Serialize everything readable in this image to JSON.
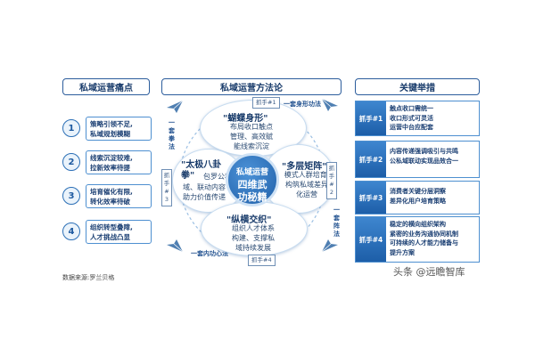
{
  "headers": {
    "left": "私域运营痛点",
    "center": "私域运营方法论",
    "right": "关键举措"
  },
  "pain_points": [
    {
      "num": "1",
      "lines": [
        "策略引领不足,",
        "私域规划模糊"
      ]
    },
    {
      "num": "2",
      "lines": [
        "线索沉淀较难,",
        "拉新效率待提"
      ]
    },
    {
      "num": "3",
      "lines": [
        "培育催化有限,",
        "转化效率待破"
      ]
    },
    {
      "num": "4",
      "lines": [
        "组织转型叠障,",
        "人才挑战凸显"
      ]
    }
  ],
  "core": {
    "line1": "私域运营",
    "line2": "四维武",
    "line3": "功秘籍"
  },
  "petals": {
    "top": {
      "title": "\"蝴蝶身形\"",
      "lines": [
        "布局收口触点",
        "管理、高效赋",
        "能线索沉淀"
      ]
    },
    "right": {
      "title": "\"多层矩阵\"",
      "lines": [
        "模式人群培育,",
        "构筑私域差异",
        "化运营"
      ]
    },
    "bottom": {
      "title": "\"纵横交织\"",
      "lines": [
        "组织人才体系",
        "构建、支撑私",
        "域持续发展"
      ]
    },
    "left": {
      "title_lines": [
        "\"太极八卦",
        "拳\""
      ],
      "lines_first": "包罗公私",
      "lines": [
        "域、联动内容",
        "助力价值传递"
      ]
    }
  },
  "grip_tags": {
    "g1": "抓手#1",
    "g2": "抓手#2",
    "g3": "抓手#3",
    "g4": "抓手#4"
  },
  "methods": {
    "top": "一套身形功法",
    "left": "一套拳法",
    "right": "一套阵法",
    "bottom": "一套内功心法"
  },
  "key_measures": [
    {
      "label": "抓手#1",
      "items": [
        "触点收口需统一",
        "收口形式可灵活",
        "运营中台应配套"
      ]
    },
    {
      "label": "抓手#2",
      "items": [
        "内容传递强调吸引与共鸣",
        "公私域联动实现品效合一"
      ]
    },
    {
      "label": "抓手#3",
      "items": [
        "消费者关键分层洞察",
        "差异化用户培育策略"
      ]
    },
    {
      "label": "抓手#4",
      "items": [
        "稳定的横向组织架构",
        "紧密的业务沟通协同机制",
        "可持续的人才能力储备与",
        "提升方案"
      ]
    }
  ],
  "source": "数据来源:罗兰贝格",
  "watermark": "头条 @远瞻智库",
  "colors": {
    "primary": "#1f5fa8",
    "accent": "#4d8fd0",
    "text": "#1b3f73"
  }
}
